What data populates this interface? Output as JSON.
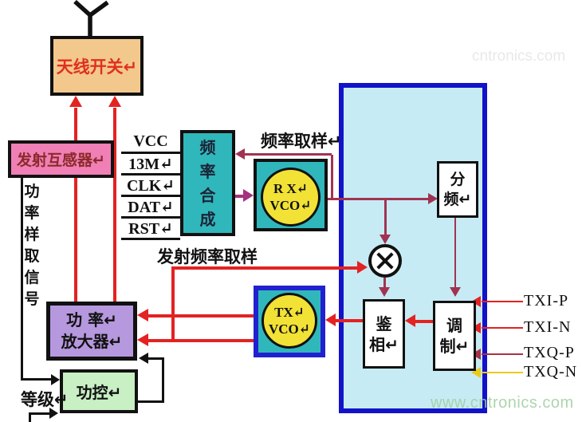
{
  "diagram": {
    "antenna_switch": {
      "label": "天线开关↵"
    },
    "transformer": {
      "label": "发射互感器↵"
    },
    "power_sample_text": "功\n率\n样\n取\n信\n号",
    "pins": [
      "VCC",
      "13M↵",
      "CLK↵",
      "DAT↵",
      "RST↵"
    ],
    "synthesizer": {
      "label": "频\n率\n合\n成"
    },
    "labels": {
      "freq_sampling": "频率取样↵",
      "tx_freq_sampling": "发射频率取样",
      "level": "等级↵"
    },
    "rx_vco": {
      "label": "R X↵\nVCO↵"
    },
    "tx_vco": {
      "label": "TX↵\nVCO↵"
    },
    "divider": {
      "label": "分\n频↵"
    },
    "phase_detector": {
      "label": "鉴\n相↵"
    },
    "modulator": {
      "label": "调\n制↵"
    },
    "amplifier": {
      "label": "功 率↵\n放大器↵"
    },
    "power_control": {
      "label": "功控↵"
    },
    "iq_inputs": [
      {
        "label": "TXI-P",
        "color": "#E32222"
      },
      {
        "label": "TXI-N",
        "color": "#E32222"
      },
      {
        "label": "TXQ-P",
        "color": "#A83246"
      },
      {
        "label": "TXQ-N",
        "color": "#E8CC1C"
      }
    ],
    "watermark": "www.cntronics.com",
    "watermark_faint": "cntronics.com"
  },
  "colors": {
    "antenna_switch_fill": "#F2C88D",
    "antenna_switch_text": "#E0301E",
    "transformer_fill": "#F07FB5",
    "transformer_text": "#8B2A2A",
    "synthesizer_fill": "#30B7BB",
    "vco_yellow": "#F2E236",
    "rf_block_fill": "#C7EBF4",
    "rf_block_border": "#1212C8",
    "tx_vco_border": "#2121CF",
    "amplifier_fill": "#B698DE",
    "power_control_fill": "#C8F0C4",
    "signal_red": "#E32222",
    "signal_maroon": "#A13352",
    "signal_magenta": "#A3327F",
    "signal_yellow": "#E8CC1C"
  }
}
